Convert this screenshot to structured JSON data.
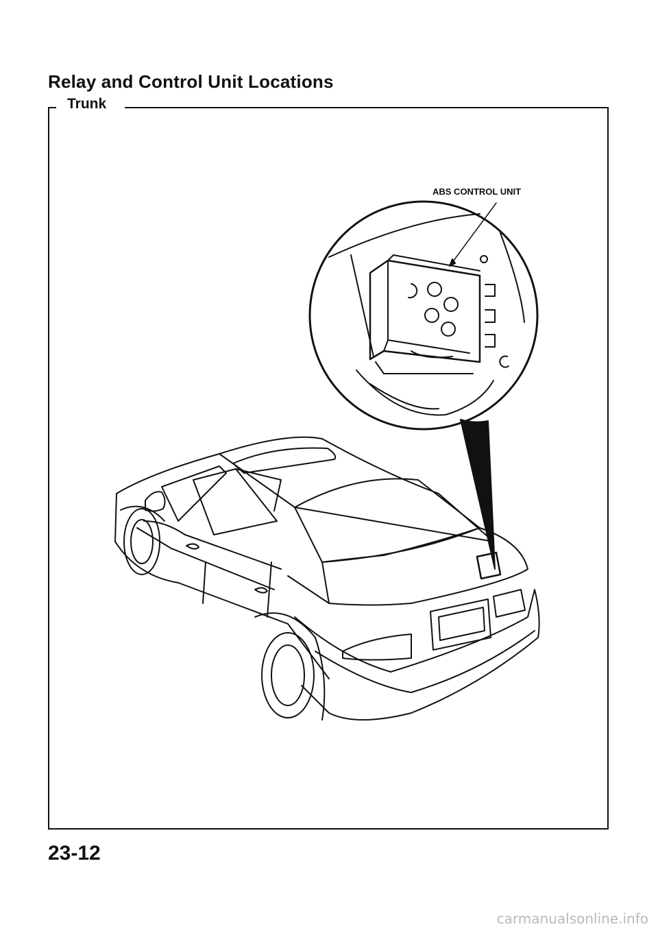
{
  "page": {
    "title": "Relay and Control Unit Locations",
    "section": "Trunk",
    "page_number": "23-12",
    "watermark": "carmanualsonline.info"
  },
  "callouts": {
    "abs_control_unit": "ABS CONTROL UNIT"
  }
}
